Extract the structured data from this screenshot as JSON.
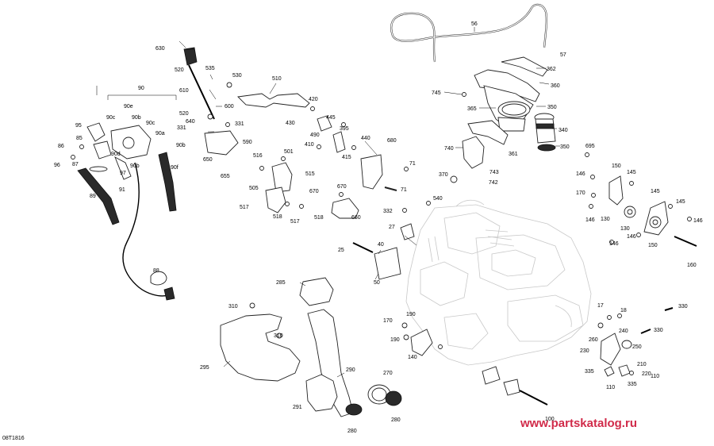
{
  "diagram_code": "08T1816",
  "watermark": "www.partskatalog.ru",
  "callouts": {
    "c56": "56",
    "c57": "57",
    "c362": "362",
    "c360": "360",
    "c745": "745",
    "c365": "365",
    "c350a": "350",
    "c350b": "350",
    "c340": "340",
    "c361": "361",
    "c740": "740",
    "c743": "743",
    "c742": "742",
    "c370": "370",
    "c695": "695",
    "c150": "150",
    "c146a": "146",
    "c146b": "146",
    "c146c": "146",
    "c146d": "146",
    "c146e": "146",
    "c145a": "145",
    "c145b": "145",
    "c145c": "145",
    "c170": "170",
    "c130a": "130",
    "c130b": "130",
    "c150b": "150",
    "c160": "160",
    "c630": "630",
    "c520a": "520",
    "c535": "535",
    "c530": "530",
    "c510": "510",
    "c610": "610",
    "c600": "600",
    "c520b": "520",
    "c640": "640",
    "c331a": "331",
    "c331b": "331",
    "c590": "590",
    "c650": "650",
    "c655": "655",
    "c420": "420",
    "c430": "430",
    "c445": "445",
    "c490": "490",
    "c395": "395",
    "c410": "410",
    "c440": "440",
    "c415": "415",
    "c680": "680",
    "c501": "501",
    "c516": "516",
    "c515": "515",
    "c505": "505",
    "c517a": "517",
    "c518a": "518",
    "c517b": "517",
    "c518b": "518",
    "c670": "670",
    "c660": "660",
    "c71a": "71",
    "c71b": "71",
    "c540": "540",
    "c332": "332",
    "c27": "27",
    "c40": "40",
    "c25": "25",
    "c50": "50",
    "c90": "90",
    "c90e": "90e",
    "c90c": "90c",
    "c90b": "90b",
    "c90c2": "90c",
    "c95": "95",
    "c85": "85",
    "c86": "86",
    "c96": "96",
    "c87": "87",
    "c90d": "90d",
    "c90a": "90a",
    "c90b2": "90b",
    "c97": "97",
    "c90b3": "90b",
    "c90f": "90f",
    "c91": "91",
    "c89": "89",
    "c88": "88",
    "c285": "285",
    "c310a": "310",
    "c310b": "310",
    "c295": "295",
    "c290": "290",
    "c270": "270",
    "c291": "291",
    "c280a": "280",
    "c280b": "280",
    "c170b": "170",
    "c190a": "190",
    "c190b": "190",
    "c140": "140",
    "c17": "17",
    "c18": "18",
    "c330a": "330",
    "c330b": "330",
    "c260": "260",
    "c240": "240",
    "c230": "230",
    "c250": "250",
    "c210": "210",
    "c220": "220",
    "c335a": "335",
    "c335b": "335",
    "c110a": "110",
    "c110b": "110",
    "c100": "100"
  }
}
